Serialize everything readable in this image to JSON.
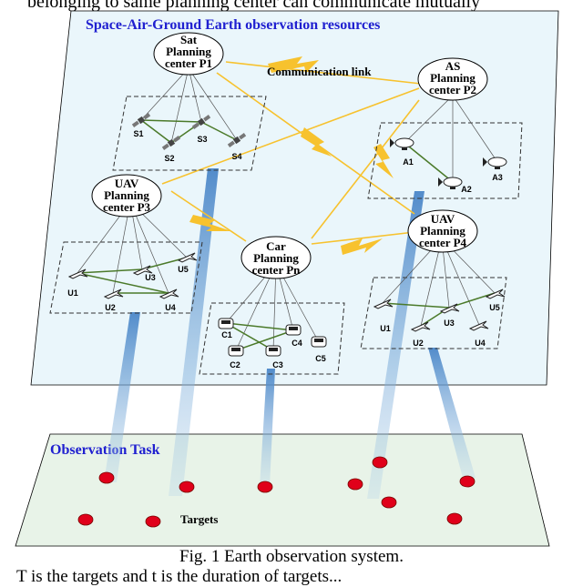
{
  "top_snippet": "belonging to same planning center can communicate mutually",
  "caption": "Fig. 1 Earth observation system.",
  "bottom_snippet": "T is the targets and t is the duration of targets...",
  "panels": {
    "resources_title": "Space-Air-Ground Earth observation resources",
    "task_title": "Observation Task",
    "targets_label": "Targets"
  },
  "communication_label": "Communication link",
  "centers": {
    "sat": [
      "Sat",
      "Planning",
      "center P1"
    ],
    "as": [
      "AS",
      "Planning",
      "center P2"
    ],
    "uav3": [
      "UAV",
      "Planning",
      "center P3"
    ],
    "car": [
      "Car",
      "Planning",
      "center Pn"
    ],
    "uav4": [
      "UAV",
      "Planning",
      "center P4"
    ]
  },
  "satellites": [
    "S1",
    "S2",
    "S3",
    "S4"
  ],
  "airships": [
    "A1",
    "A2",
    "A3"
  ],
  "uavs_left": [
    "U1",
    "U2",
    "U3",
    "U4",
    "U5"
  ],
  "cars": [
    "C1",
    "C2",
    "C3",
    "C4",
    "C5"
  ],
  "uavs_right": [
    "U1",
    "U2",
    "U3",
    "U4",
    "U5"
  ],
  "colors": {
    "panel_fill": "#eaf6fb",
    "title_blue": "#2020d0",
    "task_fill": "#e8f3e8",
    "link": "#f7c22e",
    "intra_link": "#4b7a2a",
    "target": "#e0001a",
    "beam": "#5b9bd5"
  }
}
